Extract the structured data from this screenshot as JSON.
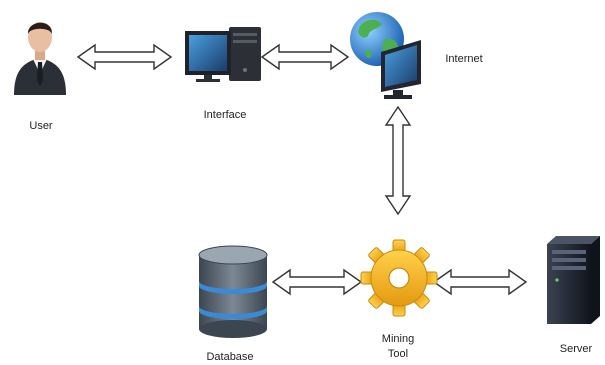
{
  "diagram": {
    "nodes": [
      {
        "id": "user",
        "label": "User",
        "icon": "user-icon"
      },
      {
        "id": "interface",
        "label": "Interface",
        "icon": "desktop-computer-icon"
      },
      {
        "id": "internet",
        "label": "Internet",
        "icon": "globe-monitor-icon"
      },
      {
        "id": "mining",
        "label_line1": "Mining",
        "label_line2": "Tool",
        "icon": "gear-icon"
      },
      {
        "id": "database",
        "label": "Database",
        "icon": "database-icon"
      },
      {
        "id": "server",
        "label": "Server",
        "icon": "server-tower-icon"
      }
    ],
    "edges": [
      {
        "from": "user",
        "to": "interface",
        "style": "double-headed-arrow"
      },
      {
        "from": "interface",
        "to": "internet",
        "style": "double-headed-arrow"
      },
      {
        "from": "internet",
        "to": "mining",
        "style": "double-headed-arrow"
      },
      {
        "from": "database",
        "to": "mining",
        "style": "double-headed-arrow"
      },
      {
        "from": "mining",
        "to": "server",
        "style": "double-headed-arrow"
      }
    ],
    "colors": {
      "arrow_stroke": "#333333",
      "arrow_fill": "#ffffff",
      "gear": "#f2b41c",
      "globe": "#2a7fd4",
      "land": "#4caf50",
      "database": "#4a5966",
      "database_band": "#3a8ad6",
      "server": "#1e2430",
      "suit": "#2a2f38"
    }
  }
}
